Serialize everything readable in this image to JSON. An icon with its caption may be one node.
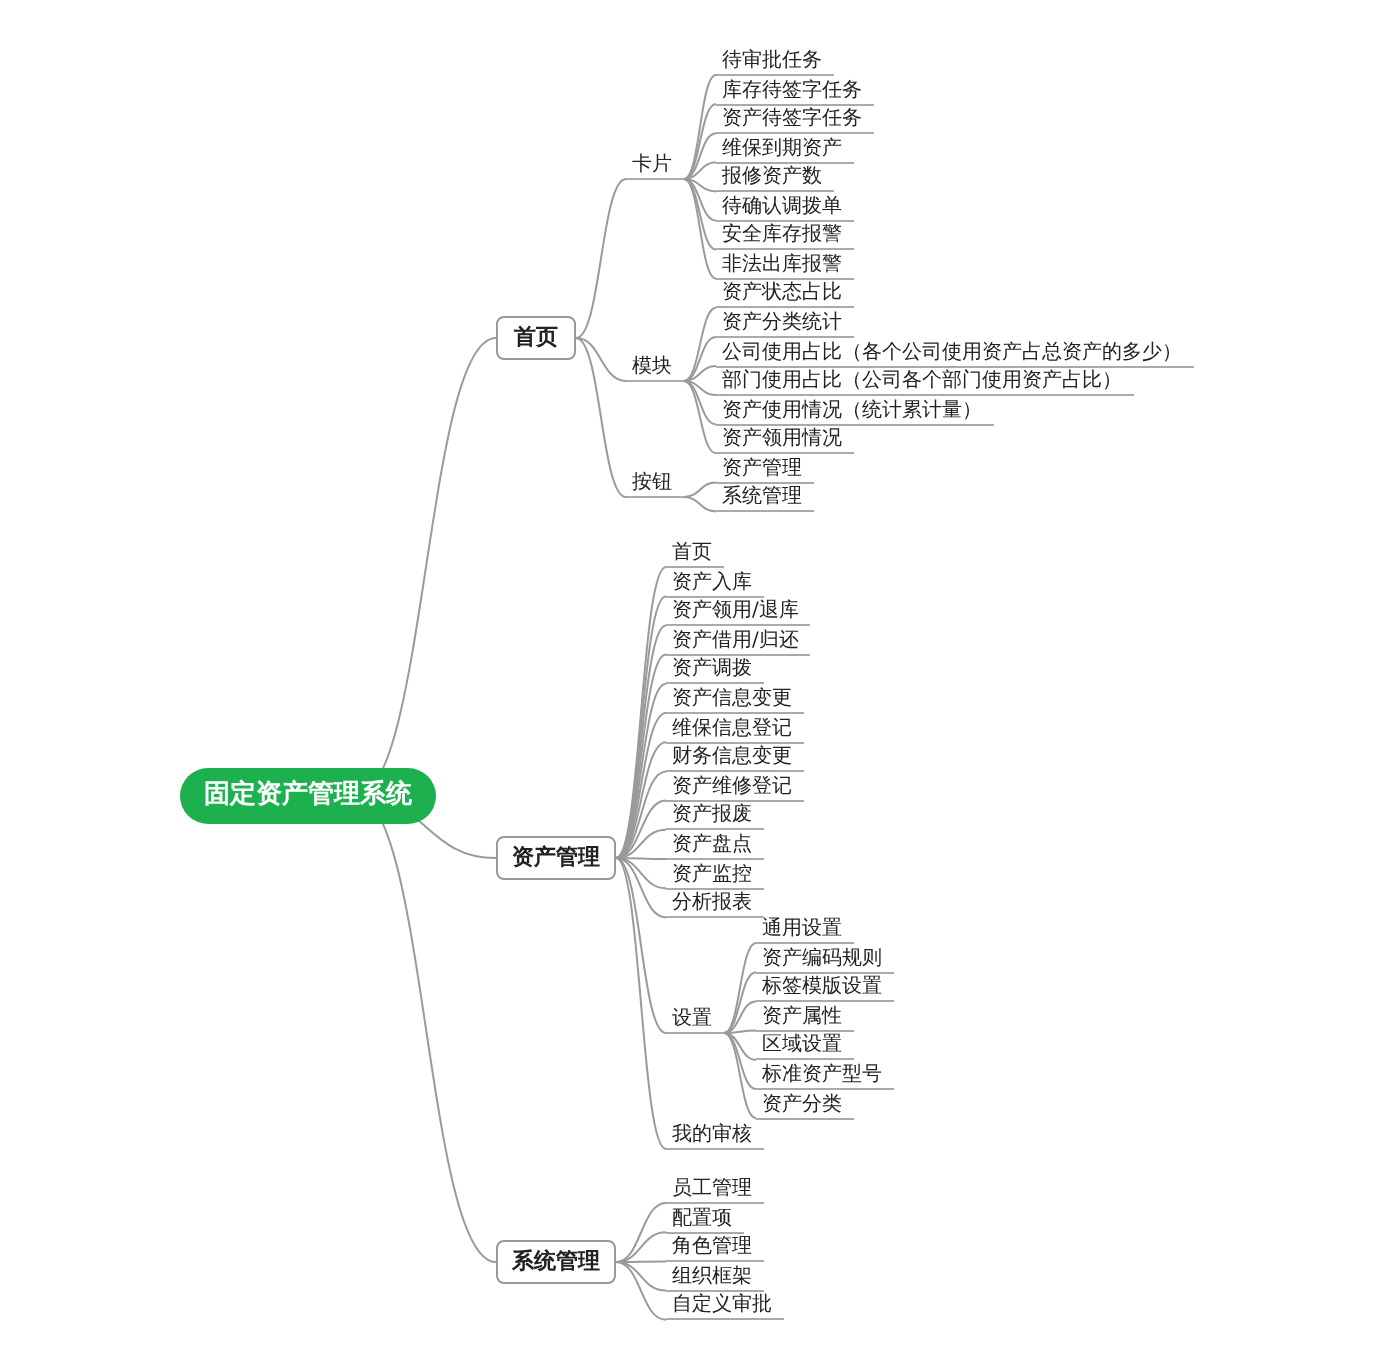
{
  "diagram": {
    "nodes": [
      {
        "text": [
          "固定资产管理系统"
        ]
      },
      {
        "text": [
          "首页"
        ]
      },
      {
        "text": [
          "卡片"
        ]
      },
      {
        "text": [
          "待审批任务"
        ]
      },
      {
        "text": [
          "库存待签字任务"
        ]
      },
      {
        "text": [
          "资产待签字任务"
        ]
      },
      {
        "text": [
          "维保到期资产"
        ]
      },
      {
        "text": [
          "报修资产数"
        ]
      },
      {
        "text": [
          "待确认调拨单"
        ]
      },
      {
        "text": [
          "安全库存报警"
        ]
      },
      {
        "text": [
          "非法出库报警"
        ]
      },
      {
        "text": [
          "模块"
        ]
      },
      {
        "text": [
          "资产状态占比"
        ]
      },
      {
        "text": [
          "资产分类统计"
        ]
      },
      {
        "text": [
          "公司使用占比（各个公司使用资产占总资产的多少）"
        ]
      },
      {
        "text": [
          "部门使用占比（公司各个部门使用资产占比）"
        ]
      },
      {
        "text": [
          "资产使用情况（统计累计量）"
        ]
      },
      {
        "text": [
          "资产领用情况"
        ]
      },
      {
        "text": [
          "按钮"
        ]
      },
      {
        "text": [
          "资产管理"
        ]
      },
      {
        "text": [
          "系统管理"
        ]
      },
      {
        "text": [
          "资产管理"
        ]
      },
      {
        "text": [
          "首页"
        ]
      },
      {
        "text": [
          "资产入库"
        ]
      },
      {
        "text": [
          "资产领用/退库"
        ]
      },
      {
        "text": [
          "资产借用/归还"
        ]
      },
      {
        "text": [
          "资产调拨"
        ]
      },
      {
        "text": [
          "资产信息变更"
        ]
      },
      {
        "text": [
          "维保信息登记"
        ]
      },
      {
        "text": [
          "财务信息变更"
        ]
      },
      {
        "text": [
          "资产维修登记"
        ]
      },
      {
        "text": [
          "资产报废"
        ]
      },
      {
        "text": [
          "资产盘点"
        ]
      },
      {
        "text": [
          "资产监控"
        ]
      },
      {
        "text": [
          "分析报表"
        ]
      },
      {
        "text": [
          "设置"
        ]
      },
      {
        "text": [
          "通用设置"
        ]
      },
      {
        "text": [
          "资产编码规则"
        ]
      },
      {
        "text": [
          "标签模版设置"
        ]
      },
      {
        "text": [
          "资产属性"
        ]
      },
      {
        "text": [
          "区域设置"
        ]
      },
      {
        "text": [
          "标准资产型号"
        ]
      },
      {
        "text": [
          "资产分类"
        ]
      },
      {
        "text": [
          "我的审核"
        ]
      },
      {
        "text": [
          "系统管理"
        ]
      },
      {
        "text": [
          "员工管理"
        ]
      },
      {
        "text": [
          "配置项"
        ]
      },
      {
        "text": [
          "角色管理"
        ]
      },
      {
        "text": [
          "组织框架"
        ]
      },
      {
        "text": [
          "自定义审批"
        ]
      }
    ],
    "edges": [
      {
        "from": 0,
        "to": 1,
        "arrow": "none"
      },
      {
        "from": 1,
        "to": 2,
        "arrow": "none"
      },
      {
        "from": 2,
        "to": 3,
        "arrow": "none"
      },
      {
        "from": 2,
        "to": 4,
        "arrow": "none"
      },
      {
        "from": 2,
        "to": 5,
        "arrow": "none"
      },
      {
        "from": 2,
        "to": 6,
        "arrow": "none"
      },
      {
        "from": 2,
        "to": 7,
        "arrow": "none"
      },
      {
        "from": 2,
        "to": 8,
        "arrow": "none"
      },
      {
        "from": 2,
        "to": 9,
        "arrow": "none"
      },
      {
        "from": 2,
        "to": 10,
        "arrow": "none"
      },
      {
        "from": 1,
        "to": 11,
        "arrow": "none"
      },
      {
        "from": 11,
        "to": 12,
        "arrow": "none"
      },
      {
        "from": 11,
        "to": 13,
        "arrow": "none"
      },
      {
        "from": 11,
        "to": 14,
        "arrow": "none"
      },
      {
        "from": 11,
        "to": 15,
        "arrow": "none"
      },
      {
        "from": 11,
        "to": 16,
        "arrow": "none"
      },
      {
        "from": 11,
        "to": 17,
        "arrow": "none"
      },
      {
        "from": 1,
        "to": 18,
        "arrow": "none"
      },
      {
        "from": 18,
        "to": 19,
        "arrow": "none"
      },
      {
        "from": 18,
        "to": 20,
        "arrow": "none"
      },
      {
        "from": 0,
        "to": 21,
        "arrow": "none"
      },
      {
        "from": 21,
        "to": 22,
        "arrow": "none"
      },
      {
        "from": 21,
        "to": 23,
        "arrow": "none"
      },
      {
        "from": 21,
        "to": 24,
        "arrow": "none"
      },
      {
        "from": 21,
        "to": 25,
        "arrow": "none"
      },
      {
        "from": 21,
        "to": 26,
        "arrow": "none"
      },
      {
        "from": 21,
        "to": 27,
        "arrow": "none"
      },
      {
        "from": 21,
        "to": 28,
        "arrow": "none"
      },
      {
        "from": 21,
        "to": 29,
        "arrow": "none"
      },
      {
        "from": 21,
        "to": 30,
        "arrow": "none"
      },
      {
        "from": 21,
        "to": 31,
        "arrow": "none"
      },
      {
        "from": 21,
        "to": 32,
        "arrow": "none"
      },
      {
        "from": 21,
        "to": 33,
        "arrow": "none"
      },
      {
        "from": 21,
        "to": 34,
        "arrow": "none"
      },
      {
        "from": 21,
        "to": 35,
        "arrow": "none"
      },
      {
        "from": 35,
        "to": 36,
        "arrow": "none"
      },
      {
        "from": 35,
        "to": 37,
        "arrow": "none"
      },
      {
        "from": 35,
        "to": 38,
        "arrow": "none"
      },
      {
        "from": 35,
        "to": 39,
        "arrow": "none"
      },
      {
        "from": 35,
        "to": 40,
        "arrow": "none"
      },
      {
        "from": 35,
        "to": 41,
        "arrow": "none"
      },
      {
        "from": 35,
        "to": 42,
        "arrow": "none"
      },
      {
        "from": 21,
        "to": 43,
        "arrow": "none"
      },
      {
        "from": 0,
        "to": 44,
        "arrow": "none"
      },
      {
        "from": 44,
        "to": 45,
        "arrow": "none"
      },
      {
        "from": 44,
        "to": 46,
        "arrow": "none"
      },
      {
        "from": 44,
        "to": 47,
        "arrow": "none"
      },
      {
        "from": 44,
        "to": 48,
        "arrow": "none"
      },
      {
        "from": 44,
        "to": 49,
        "arrow": "none"
      }
    ]
  }
}
